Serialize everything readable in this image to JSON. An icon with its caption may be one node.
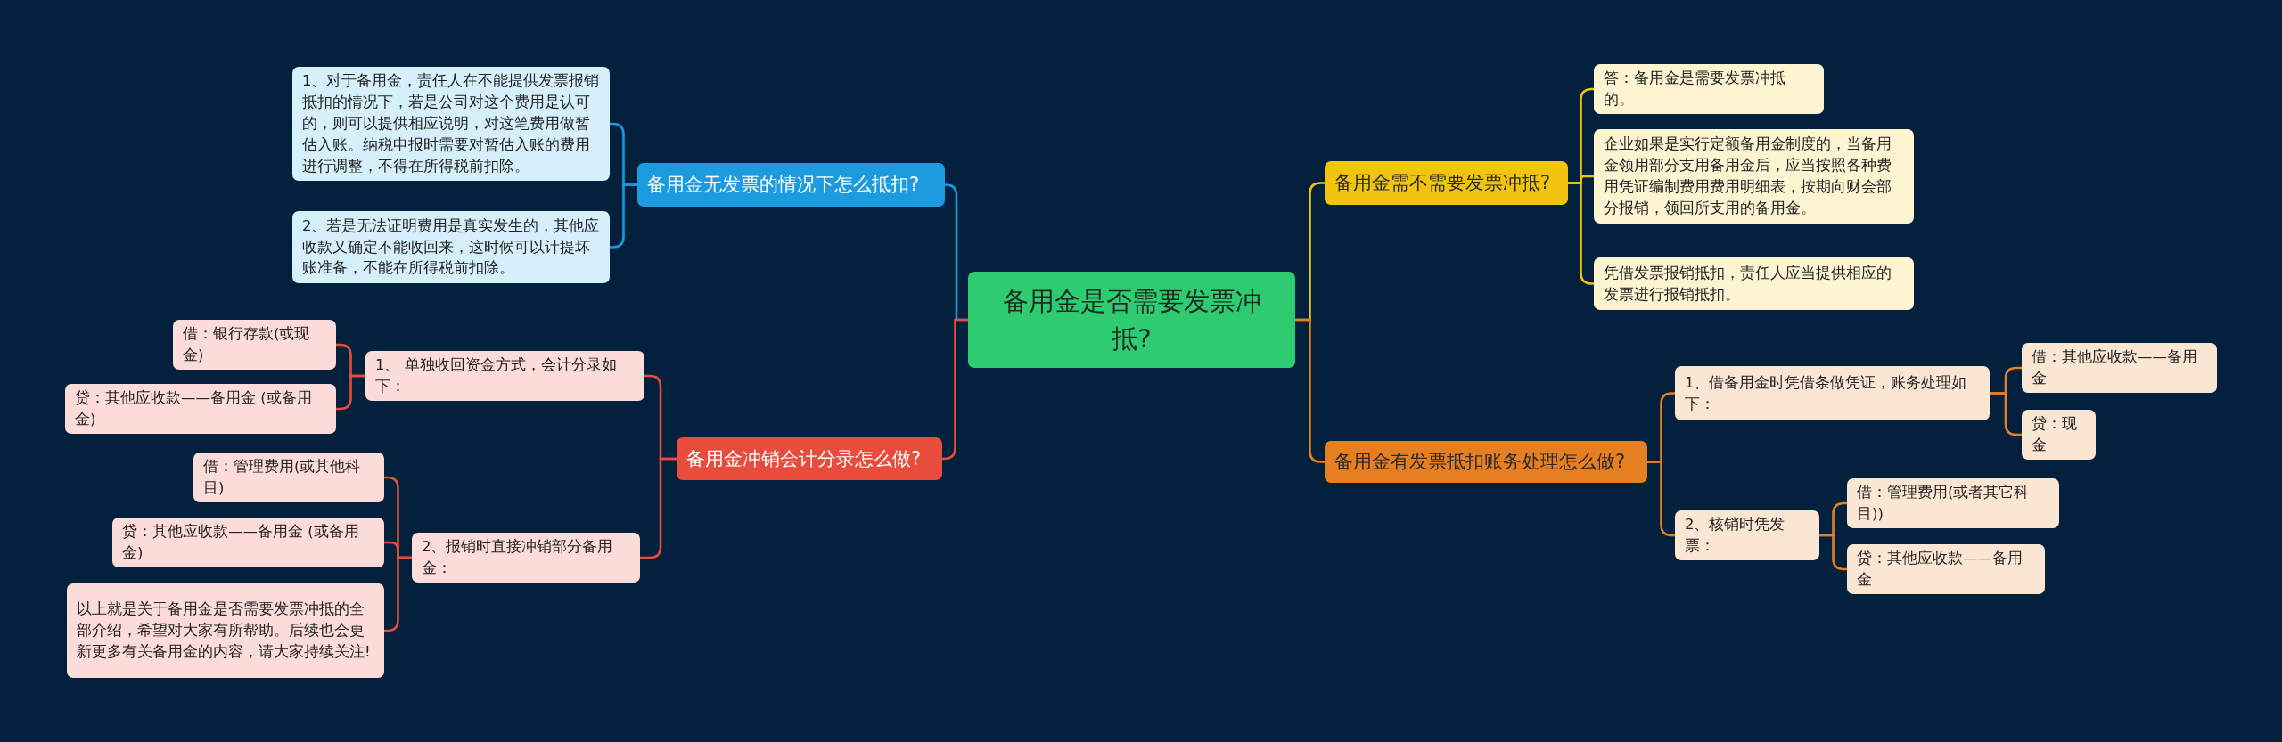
{
  "diagram": {
    "nodes": [
      {
        "text": [
          "备用金是否需要发票冲抵?"
        ]
      },
      {
        "text": [
          "备用金无发票的情况下怎么抵扣?"
        ]
      },
      {
        "text": [
          "1、对于备用金，责任人在不能提供发票报销抵扣的情况下，若是公司对这个费用是认可的，则可以提供相应说明，对这笔费用做暂估入账。纳税申报时需要对暂估入账的费用进行调整，不得在所得税前扣除。"
        ]
      },
      {
        "text": [
          "2、若是无法证明费用是真实发生的，其他应收款又确定不能收回来，这时候可以计提坏账准备，不能在所得税前扣除。"
        ]
      },
      {
        "text": [
          "备用金冲销会计分录怎么做?"
        ]
      },
      {
        "text": [
          "1、 单独收回资金方式，会计分录如下："
        ]
      },
      {
        "text": [
          "借：银行存款(或现金)"
        ]
      },
      {
        "text": [
          "贷：其他应收款——备用金 (或备用金)"
        ]
      },
      {
        "text": [
          "2、报销时直接冲销部分备用金："
        ]
      },
      {
        "text": [
          "借：管理费用(或其他科目)"
        ]
      },
      {
        "text": [
          "贷：其他应收款——备用金 (或备用金)"
        ]
      },
      {
        "text": [
          "以上就是关于备用金是否需要发票冲抵的全部介绍，希望对大家有所帮助。后续也会更新更多有关备用金的内容，请大家持续关注!"
        ]
      },
      {
        "text": [
          "备用金需不需要发票冲抵?"
        ]
      },
      {
        "text": [
          "答：备用金是需要发票冲抵的。"
        ]
      },
      {
        "text": [
          "企业如果是实行定额备用金制度的，当备用金领用部分支用备用金后，应当按照各种费用凭证编制费用费用明细表，按期向财会部分报销，领回所支用的备用金。"
        ]
      },
      {
        "text": [
          "凭借发票报销抵扣，责任人应当提供相应的发票进行报销抵扣。"
        ]
      },
      {
        "text": [
          "备用金有发票抵扣账务处理怎么做?"
        ]
      },
      {
        "text": [
          "1、借备用金时凭借条做凭证，账务处理如下："
        ]
      },
      {
        "text": [
          "借：其他应收款——备用金"
        ]
      },
      {
        "text": [
          "贷：现金"
        ]
      },
      {
        "text": [
          "2、核销时凭发票："
        ]
      },
      {
        "text": [
          "借：管理费用(或者其它科目))"
        ]
      },
      {
        "text": [
          "贷：其他应收款——备用金"
        ]
      }
    ],
    "edges": [
      {
        "from": 0,
        "to": 1,
        "arrow": "none",
        "color": "#1a9be0"
      },
      {
        "from": 1,
        "to": 2,
        "arrow": "none",
        "color": "#1a9be0"
      },
      {
        "from": 1,
        "to": 3,
        "arrow": "none",
        "color": "#1a9be0"
      },
      {
        "from": 0,
        "to": 4,
        "arrow": "none",
        "color": "#e74c3c"
      },
      {
        "from": 4,
        "to": 5,
        "arrow": "none",
        "color": "#e74c3c"
      },
      {
        "from": 5,
        "to": 6,
        "arrow": "none",
        "color": "#e74c3c"
      },
      {
        "from": 5,
        "to": 7,
        "arrow": "none",
        "color": "#e74c3c"
      },
      {
        "from": 4,
        "to": 8,
        "arrow": "none",
        "color": "#e74c3c"
      },
      {
        "from": 8,
        "to": 9,
        "arrow": "none",
        "color": "#e74c3c"
      },
      {
        "from": 8,
        "to": 10,
        "arrow": "none",
        "color": "#e74c3c"
      },
      {
        "from": 8,
        "to": 11,
        "arrow": "none",
        "color": "#e74c3c"
      },
      {
        "from": 0,
        "to": 12,
        "arrow": "none",
        "color": "#f1c40f"
      },
      {
        "from": 12,
        "to": 13,
        "arrow": "none",
        "color": "#f1c40f"
      },
      {
        "from": 12,
        "to": 14,
        "arrow": "none",
        "color": "#f1c40f"
      },
      {
        "from": 12,
        "to": 15,
        "arrow": "none",
        "color": "#f1c40f"
      },
      {
        "from": 0,
        "to": 16,
        "arrow": "none",
        "color": "#e67e22"
      },
      {
        "from": 16,
        "to": 17,
        "arrow": "none",
        "color": "#e67e22"
      },
      {
        "from": 17,
        "to": 18,
        "arrow": "none",
        "color": "#e67e22"
      },
      {
        "from": 17,
        "to": 19,
        "arrow": "none",
        "color": "#e67e22"
      },
      {
        "from": 16,
        "to": 20,
        "arrow": "none",
        "color": "#e67e22"
      },
      {
        "from": 20,
        "to": 21,
        "arrow": "none",
        "color": "#e67e22"
      },
      {
        "from": 20,
        "to": 22,
        "arrow": "none",
        "color": "#e67e22"
      }
    ]
  }
}
